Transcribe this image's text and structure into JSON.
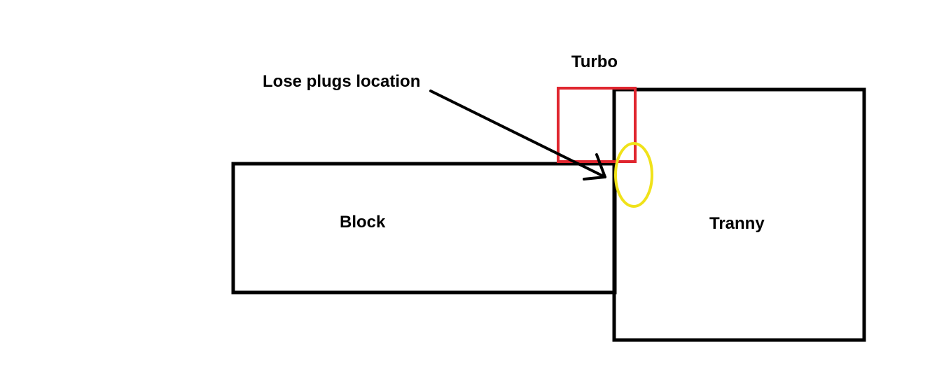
{
  "labels": {
    "turbo": "Turbo",
    "callout": "Lose plugs location",
    "block": "Block",
    "tranny": "Tranny"
  },
  "colors": {
    "background": "#ffffff",
    "outline": "#000000",
    "turbo": "#e0262f",
    "highlight": "#f0e21a"
  }
}
